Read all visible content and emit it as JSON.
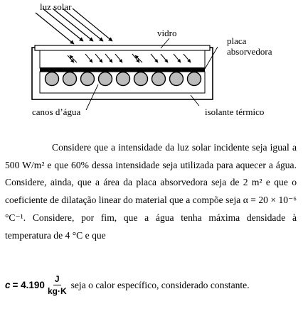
{
  "diagram": {
    "labels": {
      "sun": "luz solar",
      "glass": "vidro",
      "plate_line1": "placa",
      "plate_line2": "absorvedora",
      "pipes": "canos d’água",
      "insulation": "isolante térmico"
    }
  },
  "text": {
    "paragraph": "Considere que a intensidade da luz solar incidente seja igual a 500 W/m² e que 60% dessa intensidade seja utilizada para aquecer a água. Considere, ainda, que a área da placa absorvedora seja de 2 m² e que o coeficiente de dilatação linear do material que a compõe seja α = 20 × 10⁻⁶ °C⁻¹. Considere, por fim, que a água tenha máxima densidade à temperatura de 4 °C e que",
    "formula_var": "c",
    "formula_value": "= 4.190",
    "formula_num": "J",
    "formula_den": "kg·K",
    "formula_tail": "seja o calor específico, considerado constante."
  }
}
